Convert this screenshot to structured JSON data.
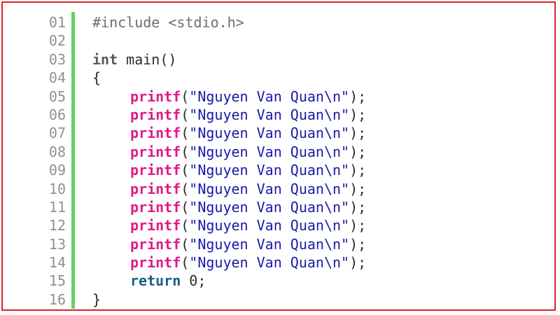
{
  "line_numbers": [
    "01",
    "02",
    "03",
    "04",
    "05",
    "06",
    "07",
    "08",
    "09",
    "10",
    "11",
    "12",
    "13",
    "14",
    "15",
    "16"
  ],
  "code": {
    "include": "#include <stdio.h>",
    "int_kw": "int",
    "main_sig": " main()",
    "open_brace": "{",
    "printf_fn": "printf",
    "printf_open": "(",
    "printf_str": "\"Nguyen Van Quan\\n\"",
    "printf_close": ");",
    "return_kw": "return",
    "return_val": " 0;",
    "close_brace": "}"
  },
  "colors": {
    "frame_border": "#d9252b",
    "gutter_bar": "#5fd36b",
    "function": "#e11a87",
    "string": "#1a1aaa",
    "keyword_return": "#1a5f8a"
  }
}
